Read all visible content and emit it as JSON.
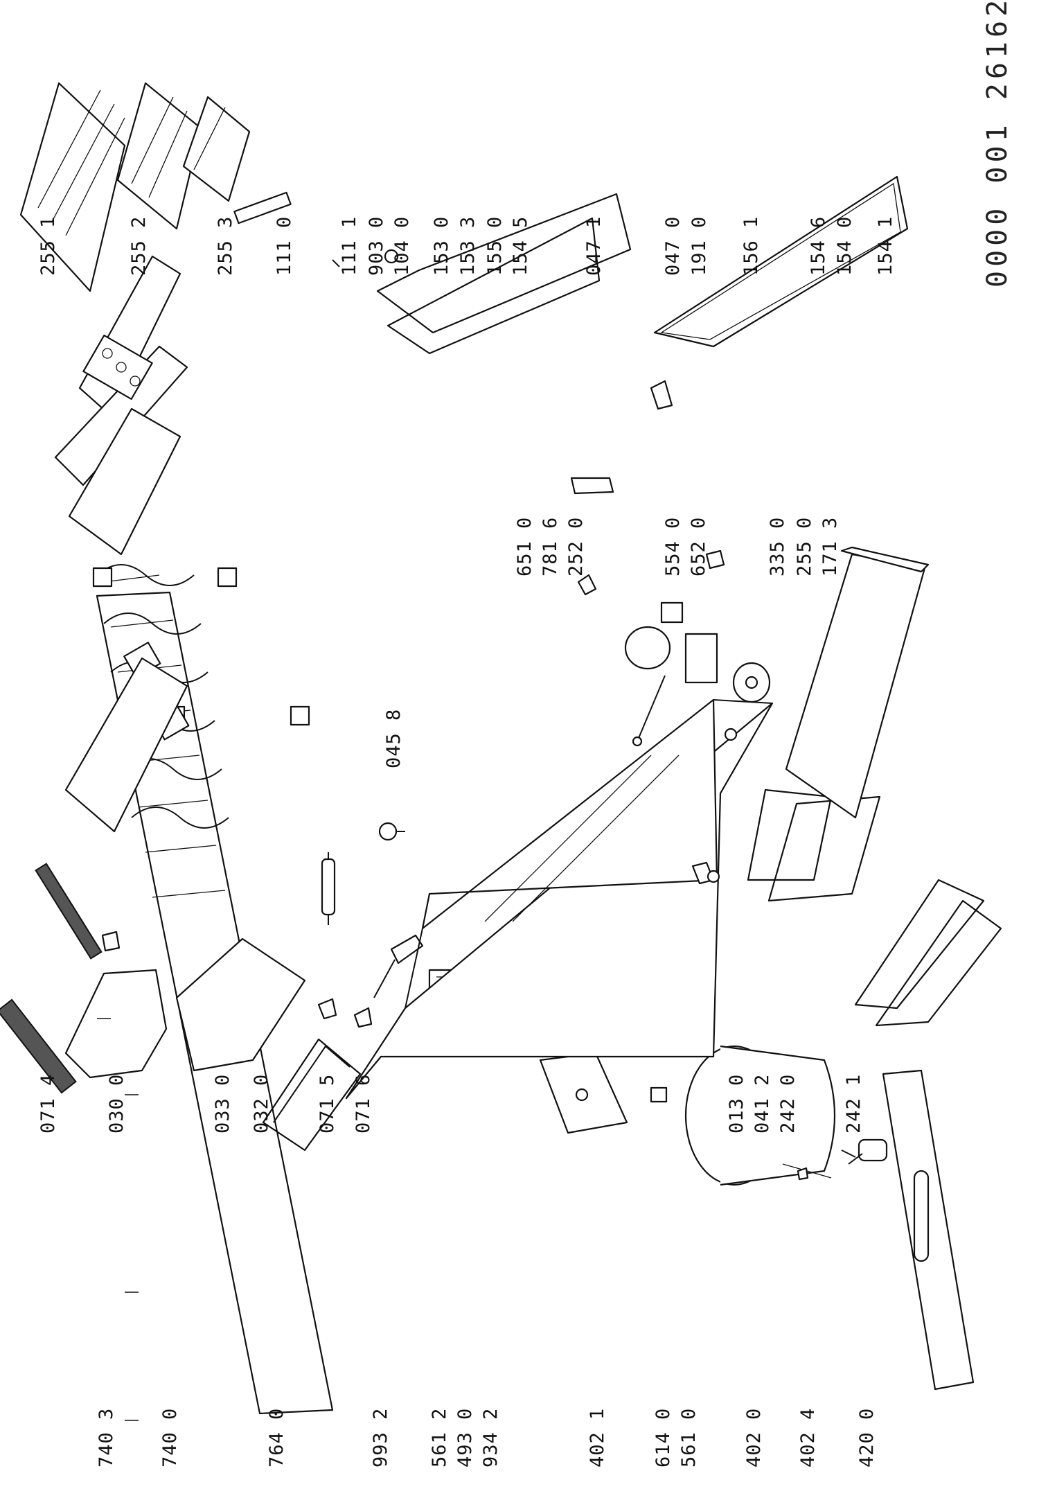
{
  "document_number": "0000 001 26162",
  "labels": [
    "740 3",
    "740 0",
    "764 0",
    "993 2",
    "561 2",
    "493 0",
    "934 2",
    "402 1",
    "614 0",
    "561 0",
    "402 0",
    "402 4",
    "420 0",
    "071 4",
    "030 0",
    "033 0",
    "032 0",
    "071 5",
    "071 6",
    "013 0",
    "041 2",
    "242 0",
    "242 1",
    "045 8",
    "651 0",
    "781 6",
    "252 0",
    "554 0",
    "652 0",
    "335 0",
    "255 0",
    "171 3",
    "255 1",
    "255 2",
    "255 3",
    "111 0",
    "111 1",
    "903 0",
    "104 0",
    "047 1",
    "047 0",
    "191 0",
    "153 0",
    "153 3",
    "155 0",
    "154 5",
    "156 1",
    "154 6",
    "154 0",
    "154 1"
  ]
}
